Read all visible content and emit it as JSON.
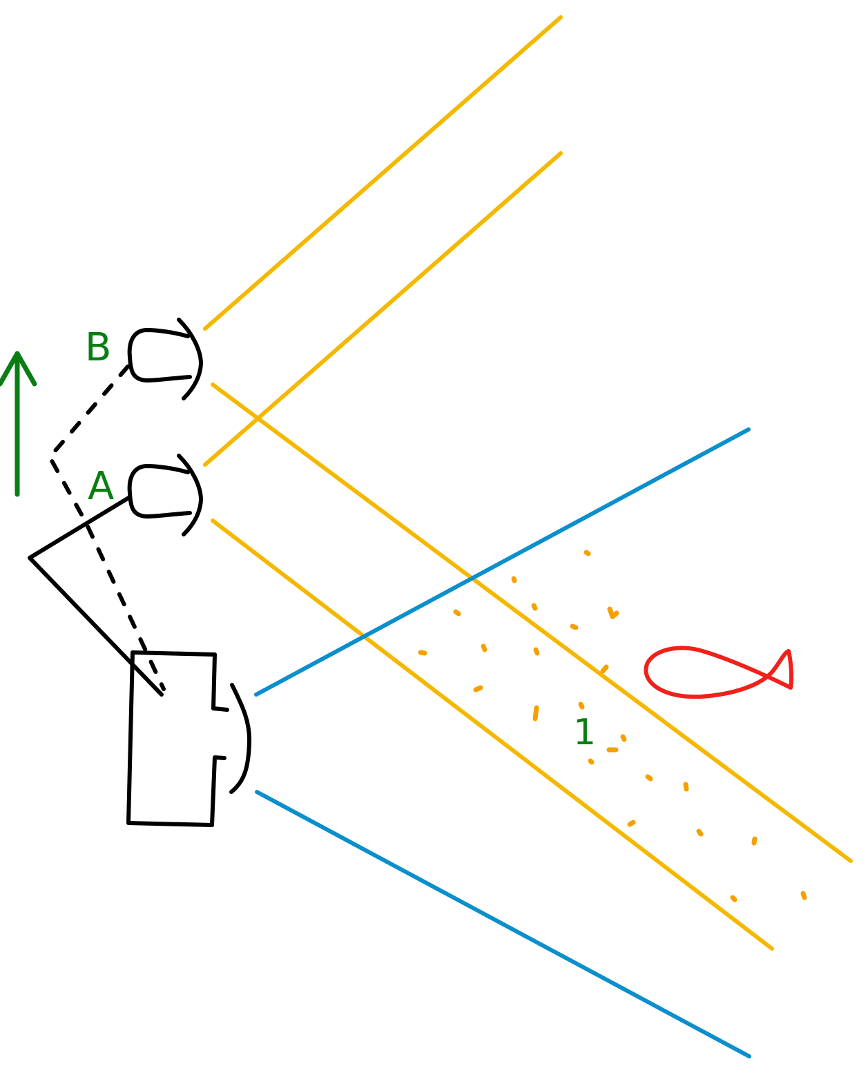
{
  "labels": {
    "a": "A",
    "b": "B",
    "one": "1"
  },
  "colors": {
    "ink": "#000000",
    "yellow_beam": "#F5B800",
    "blue_beam": "#0A8FCC",
    "label_green": "#0A7D12",
    "dots_orange": "#F5A000",
    "fish_red": "#F0201A"
  },
  "icons": {
    "arrow": "up-arrow-icon",
    "sensor": "emitter-icon",
    "fish": "fish-icon"
  }
}
